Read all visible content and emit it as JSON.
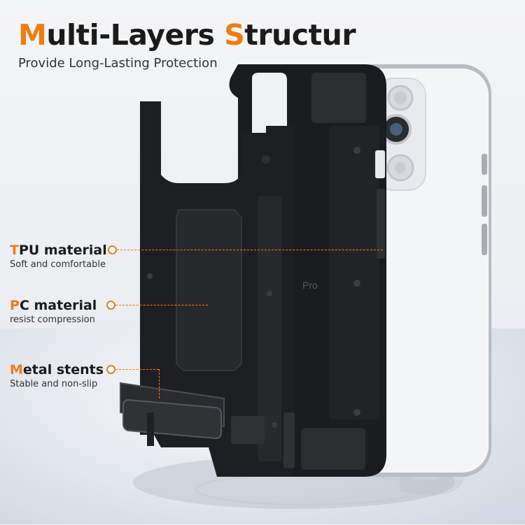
{
  "title": {
    "first_letter": "M",
    "rest1": "ulti-Layers ",
    "second_letter": "S",
    "rest2": "tructur"
  },
  "subtitle": "Provide Long-Lasting Protection",
  "features": [
    {
      "first_letter": "T",
      "rest": "PU material",
      "desc": "Soft and comfortable"
    },
    {
      "first_letter": "P",
      "rest": "C material",
      "desc": "resist compression"
    },
    {
      "first_letter": "M",
      "rest": "etal stents",
      "desc": "Stable and non-slip"
    }
  ],
  "phone_text": "Pro",
  "colors": {
    "accent": "#f07d14",
    "case": "#1c1d20",
    "phone_body": "#f2f3f5",
    "frame": "#c9ccd1"
  }
}
